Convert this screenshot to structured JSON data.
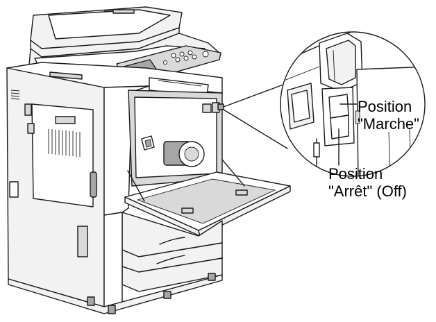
{
  "callouts": {
    "on_line1": "Position",
    "on_line2": "\"Marche\"",
    "off_line1": "Position",
    "off_line2": "\"Arrêt\" (Off)"
  },
  "colors": {
    "outline": "#1a1a1a",
    "switch_fill": "#8c8c8c",
    "panel_fill": "#d9d9d9"
  }
}
